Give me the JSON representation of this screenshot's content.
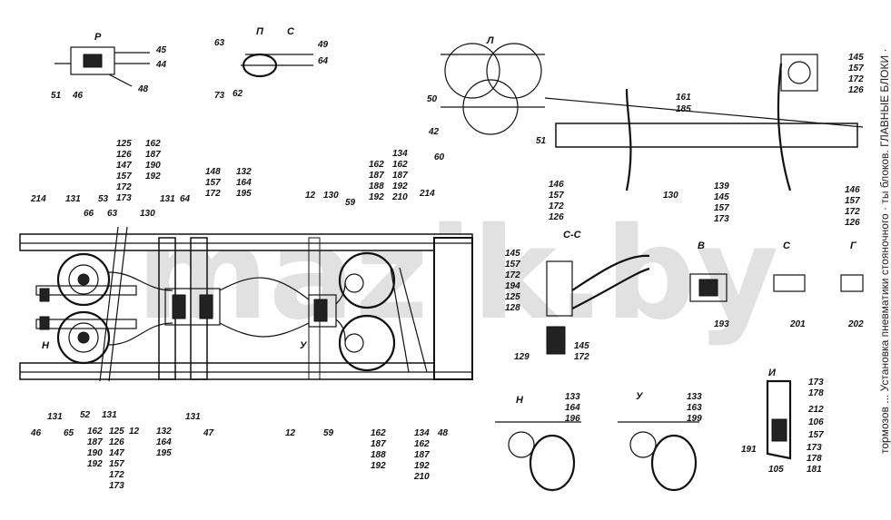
{
  "sections": {
    "R": "Р",
    "P": "П",
    "S": "С",
    "L": "Л",
    "CC": "С-С",
    "V": "В",
    "S2": "С",
    "G": "Г",
    "I": "И",
    "N": "Н",
    "U": "У"
  },
  "watermark": "mazik.by",
  "side_text": "тормозов ... Установка пневматики стояночного · ты блоков. ГЛАВНЫЕ БЛОКИ ·",
  "labels": {
    "l45": "45",
    "l44": "44",
    "l48": "48",
    "l51a": "51",
    "l46a": "46",
    "l63": "63",
    "l49": "49",
    "l64": "64",
    "l73": "73",
    "l62": "62",
    "l50": "50",
    "l42": "42",
    "l60": "60",
    "l51b": "51",
    "l161": "161",
    "l185": "185",
    "r145": "145",
    "r157": "157",
    "r172": "172",
    "r126": "126",
    "c146": "146",
    "c157": "157",
    "c172": "172",
    "c126": "126",
    "c130": "130",
    "m139": "139",
    "m145": "145",
    "m157": "157",
    "m173": "173",
    "e146": "146",
    "e157": "157",
    "e172": "172",
    "e126": "126",
    "t125": "125",
    "t126": "126",
    "t147": "147",
    "t157": "157",
    "t172": "172",
    "t173": "173",
    "t162": "162",
    "t187": "187",
    "t190": "190",
    "t192": "192",
    "l214a": "214",
    "l131a": "131",
    "l53": "53",
    "l66": "66",
    "l63b": "63",
    "l130a": "130",
    "l131b": "131",
    "l64b": "64",
    "l148": "148",
    "l157b": "157",
    "l172b": "172",
    "l132": "132",
    "l164": "164",
    "l195": "195",
    "l12a": "12",
    "l130b": "130",
    "l59a": "59",
    "u162": "162",
    "u187": "187",
    "u188": "188",
    "u192": "192",
    "u134": "134",
    "u162b": "162",
    "u187b": "187",
    "u192b": "192",
    "u210": "210",
    "l214b": "214",
    "cc145": "145",
    "cc157": "157",
    "cc172": "172",
    "cc194": "194",
    "cc125": "125",
    "cc128": "128",
    "l129": "129",
    "cc145b": "145",
    "cc172b": "172",
    "l193": "193",
    "l201": "201",
    "l202": "202",
    "l46b": "46",
    "l131c": "131",
    "l65": "65",
    "l52": "52",
    "l131d": "131",
    "b162": "162",
    "b187": "187",
    "b190": "190",
    "b192": "192",
    "b125": "125",
    "b126": "126",
    "b147": "147",
    "b157": "157",
    "b172": "172",
    "b173": "173",
    "l12b": "12",
    "l132b": "132",
    "l164b": "164",
    "l195b": "195",
    "l131e": "131",
    "l47": "47",
    "l12c": "12",
    "l59b": "59",
    "d162": "162",
    "d187": "187",
    "d188": "188",
    "d192": "192",
    "d134": "134",
    "d162b": "162",
    "d187b": "187",
    "d192b": "192",
    "d210": "210",
    "l48b": "48",
    "n133": "133",
    "n164": "164",
    "n196": "196",
    "y133": "133",
    "y163": "163",
    "y199": "199",
    "i173": "173",
    "i178": "178",
    "i212": "212",
    "i106": "106",
    "i157": "157",
    "i173b": "173",
    "i178b": "178",
    "i181": "181",
    "l191": "191",
    "l105": "105",
    "H": "Н",
    "Y": "У"
  }
}
